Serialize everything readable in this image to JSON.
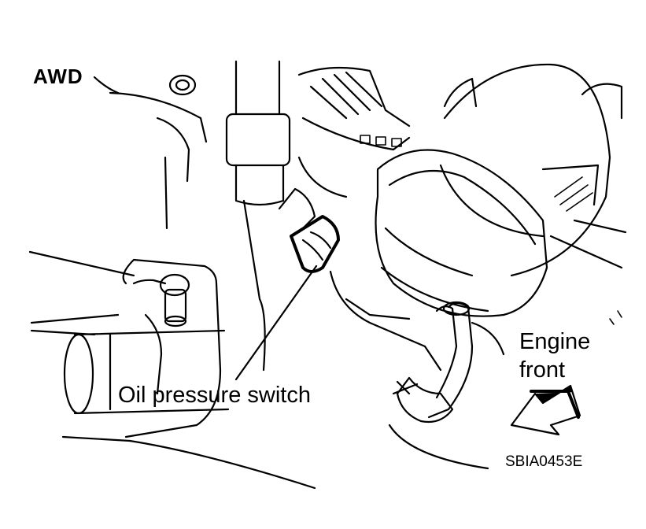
{
  "labels": {
    "awd": "AWD",
    "oil_pressure_switch": "Oil pressure switch",
    "engine_front_line1": "Engine",
    "engine_front_line2": "front",
    "figure_code": "SBIA0453E"
  },
  "colors": {
    "ink": "#000000",
    "background": "#ffffff"
  },
  "icons": {
    "direction_arrow": "engine-front-arrow-icon"
  }
}
